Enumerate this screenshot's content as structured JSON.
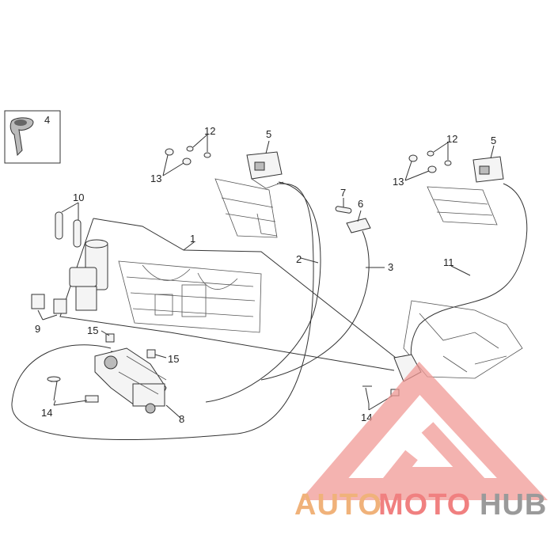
{
  "callouts": {
    "n1": "1",
    "n2": "2",
    "n3": "3",
    "n4": "4",
    "n5a": "5",
    "n5b": "5",
    "n6": "6",
    "n7": "7",
    "n8": "8",
    "n9": "9",
    "n10": "10",
    "n11": "11",
    "n12a": "12",
    "n12b": "12",
    "n13a": "13",
    "n13b": "13",
    "n14a": "14",
    "n14b": "14",
    "n15a": "15",
    "n15b": "15"
  },
  "watermark": {
    "word_a": "AUTO",
    "word_b": "MOTO",
    "word_c": "HUB",
    "color_a": "#f0b27a",
    "color_b": "#f08080",
    "color_c": "#9a9a9a",
    "logo_color": "#f19a96"
  }
}
